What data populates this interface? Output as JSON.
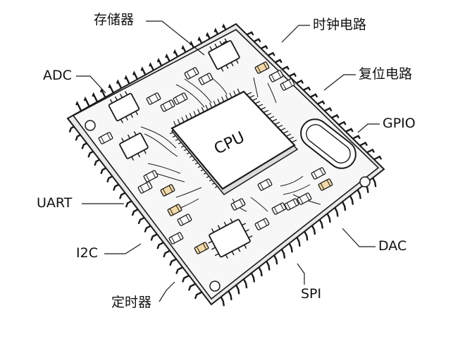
{
  "chip": {
    "core_label": "CPU"
  },
  "labels": {
    "memory": "存储器",
    "clock": "时钟电路",
    "adc": "ADC",
    "reset": "复位电路",
    "gpio": "GPIO",
    "uart": "UART",
    "i2c": "I2C",
    "dac": "DAC",
    "timer": "定时器",
    "spi": "SPI"
  },
  "colors": {
    "ink": "#1a1a1a",
    "board": "#f6f6f6",
    "cpu_fill": "#ffffff",
    "component_amber": "#f2d9a8"
  }
}
